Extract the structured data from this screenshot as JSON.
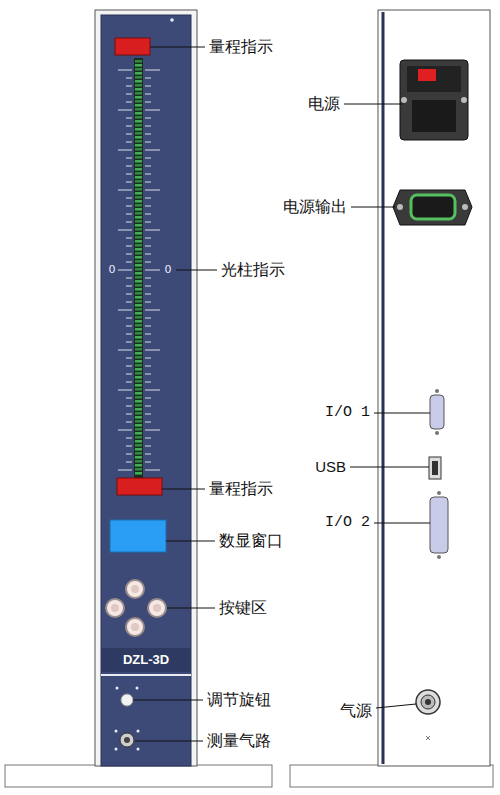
{
  "diagram": {
    "labels": [
      "量程指示",
      "0",
      "0",
      "光柱指示",
      "量程指示",
      "数显窗口",
      "按键区",
      "DZL-3D",
      "调节旋钮",
      "测量气路",
      "电源",
      "电源输出",
      "I/O 1",
      "USB",
      "I/O 2",
      "气源"
    ]
  }
}
